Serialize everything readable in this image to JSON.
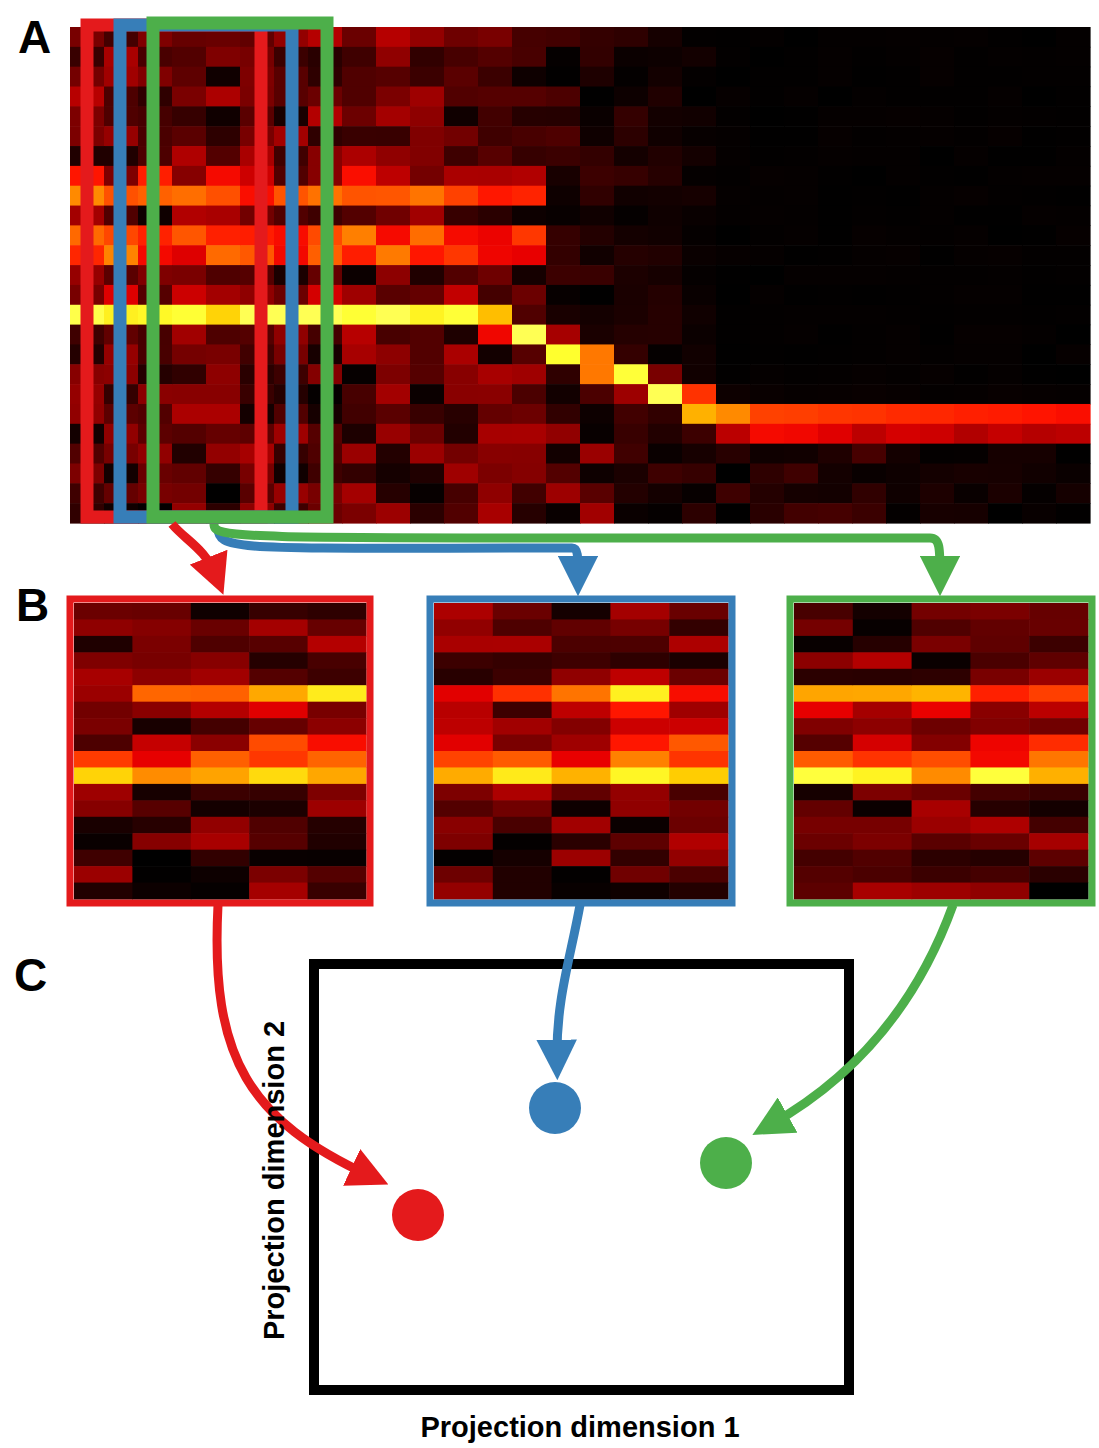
{
  "diagram": {
    "labels": [
      "A",
      "B",
      "C",
      "Projection dimension 2",
      "Projection dimension 1"
    ]
  }
}
